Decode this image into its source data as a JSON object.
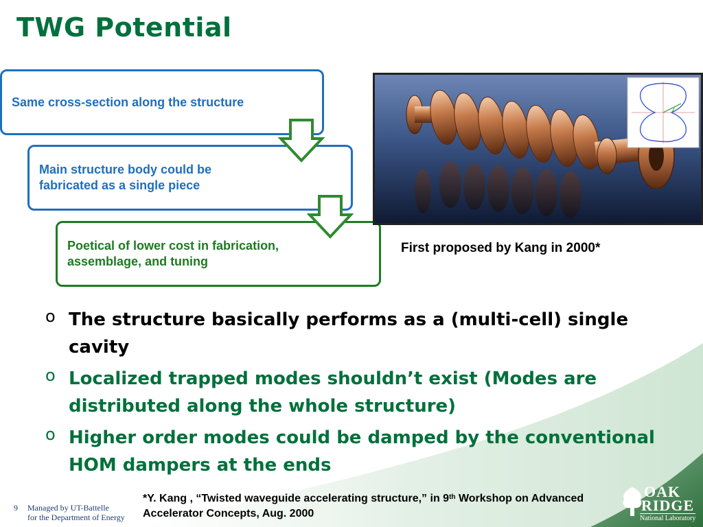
{
  "slide": {
    "title": "TWG Potential",
    "flow_boxes": [
      {
        "text": "Same cross-section along the structure"
      },
      {
        "text": "Main structure body could be fabricated as a single piece"
      },
      {
        "text": "Poetical of lower cost in fabrication, assemblage, and tuning"
      }
    ],
    "image_caption": "First proposed by Kang in 2000*",
    "bullets": [
      {
        "marker": "o",
        "text": "The structure basically performs as a (multi-cell) single cavity",
        "color": "#000000"
      },
      {
        "marker": "o",
        "text": "Localized trapped modes shouldn’t exist (Modes are distributed along the whole structure)",
        "color": "#00703c"
      },
      {
        "marker": "o",
        "text": "Higher order modes could be damped by the conventional HOM dampers at the ends",
        "color": "#00703c"
      }
    ],
    "reference": {
      "part1": "*Y. Kang , “Twisted waveguide accelerating structure,” in 9",
      "sup": "th",
      "part2": " Workshop on Advanced Accelerator Concepts, Aug. 2000"
    }
  },
  "footer": {
    "page_number": "9",
    "managed_line1": "Managed by UT-Battelle",
    "managed_line2": "for the Department of Energy",
    "logo_word1": "OAK",
    "logo_word2": "RIDGE",
    "logo_sub": "National Laboratory"
  },
  "colors": {
    "title_green": "#00703c",
    "box_blue": "#1f6fbf",
    "box_green": "#1e7a22",
    "arrow_green": "#2e8b2e"
  },
  "icons": {
    "flow_arrow": "down-arrow-icon",
    "bullet": "hollow-circle-bullet",
    "logo": "oak-ridge-tree-logo"
  }
}
